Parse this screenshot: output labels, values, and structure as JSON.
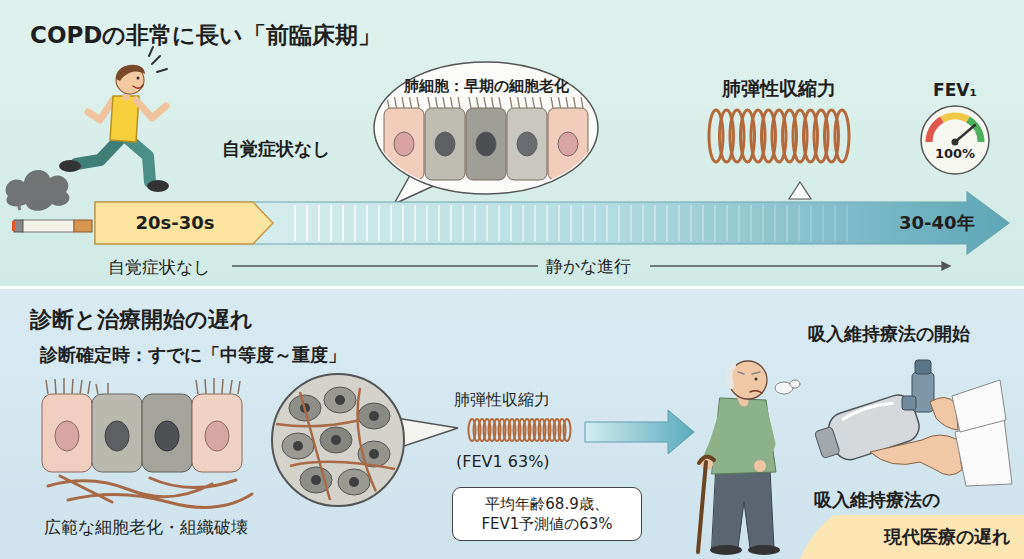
{
  "diagram": {
    "nodes": [
      {
        "text": [
          "COPDの非常に長い「前臨床期」"
        ]
      },
      {
        "text": [
          "肺細胞：早期の細胞老化"
        ],
        "in": 0
      },
      {
        "text": [
          "FEV₁",
          "100%"
        ],
        "in": 0
      },
      {
        "text": [
          "30-40年"
        ],
        "in": 0
      },
      {
        "text": [
          "20s-30s"
        ],
        "in": 3
      },
      {
        "text": [
          "診断と治療開始の遅れ"
        ]
      },
      {
        "text": [
          "平均年齢68.9歳、 FEV1予測値の63%"
        ],
        "in": 5
      },
      {
        "text": [
          "現代医療の遅れ"
        ],
        "in": 5
      }
    ],
    "labels": [
      "自覚症状なし",
      "肺弾性収縮力",
      "自覚症状なし",
      "静かな進行",
      "診断確定時：すでに「中等度～重度」",
      "肺弾性収縮力",
      "(FEV1 63%)",
      "吸入維持療法の開始",
      "広範な細胞老化・組織破壊",
      "吸入維持療法の"
    ]
  }
}
